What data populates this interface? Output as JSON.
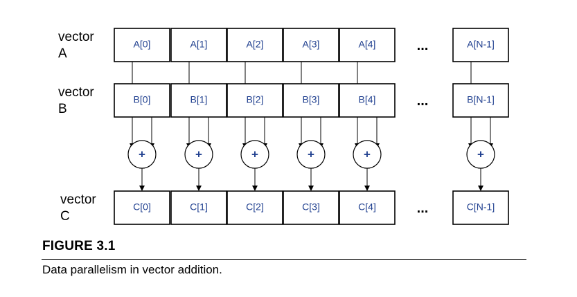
{
  "rows": [
    {
      "id": "A",
      "label_line1": "vector",
      "label_line2": "A",
      "cells": [
        "A[0]",
        "A[1]",
        "A[2]",
        "A[3]",
        "A[4]",
        "A[N-1]"
      ]
    },
    {
      "id": "B",
      "label_line1": "vector",
      "label_line2": "B",
      "cells": [
        "B[0]",
        "B[1]",
        "B[2]",
        "B[3]",
        "B[4]",
        "B[N-1]"
      ]
    },
    {
      "id": "C",
      "label_line1": "vector",
      "label_line2": "C",
      "cells": [
        "C[0]",
        "C[1]",
        "C[2]",
        "C[3]",
        "C[4]",
        "C[N-1]"
      ]
    }
  ],
  "ellipsis": "...",
  "operator": "+",
  "figure_label": "FIGURE 3.1",
  "caption": "Data parallelism in vector addition."
}
